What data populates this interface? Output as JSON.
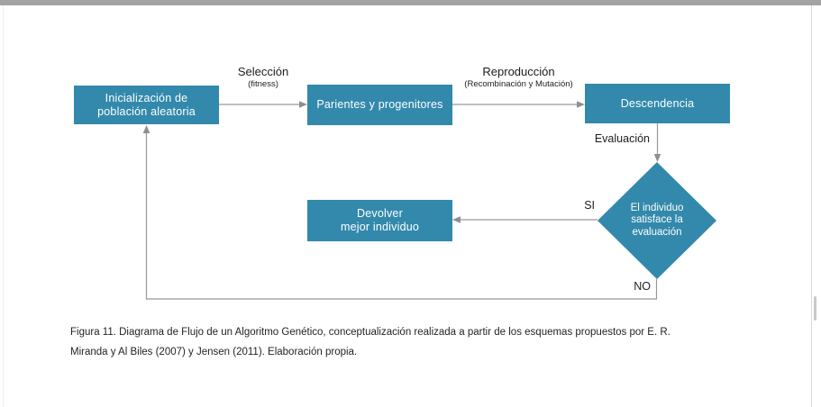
{
  "flowchart": {
    "title_context": "Diagrama de Flujo de un Algoritmo Genético",
    "colors": {
      "node_fill": "#3289ac",
      "arrow": "#999999",
      "top_bar": "#a3a3a3"
    },
    "nodes": {
      "init": {
        "label": "Inicialización de\npoblación aleatoria"
      },
      "parents": {
        "label": "Parientes y progenitores"
      },
      "offspring": {
        "label": "Descendencia"
      },
      "decision": {
        "label": "El individuo\nsatisface la\nevaluación"
      },
      "return_best": {
        "label": "Devolver\nmejor individuo"
      }
    },
    "edges": {
      "selection": {
        "label": "Selección",
        "sublabel": "(fitness)"
      },
      "reproduction": {
        "label": "Reproducción",
        "sublabel": "(Recombinación y Mutación)"
      },
      "evaluation": {
        "label": "Evaluación"
      },
      "yes": {
        "label": "SI"
      },
      "no": {
        "label": "NO"
      }
    }
  },
  "caption": {
    "line1": "Figura 11. Diagrama de Flujo de un Algoritmo Genético, conceptualización realizada a partir de los esquemas propuestos por E. R.",
    "line2": "Miranda y Al Biles (2007) y Jensen (2011). Elaboración propia."
  }
}
